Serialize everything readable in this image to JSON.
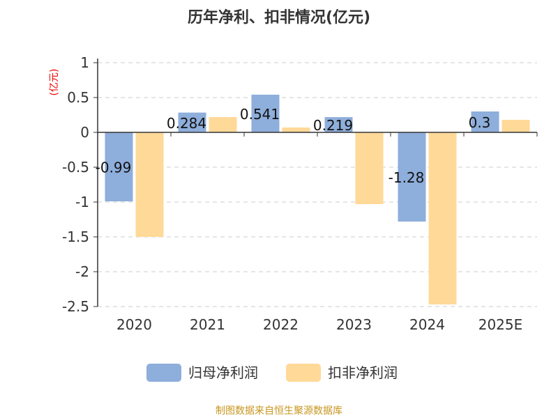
{
  "chart_data": {
    "type": "bar",
    "title": "历年净利、扣非情况(亿元)",
    "ylabel": "(亿元)",
    "categories": [
      "2020",
      "2021",
      "2022",
      "2023",
      "2024",
      "2025E"
    ],
    "series": [
      {
        "name": "归母净利润",
        "color": "#8eaedb",
        "values": [
          -0.99,
          0.284,
          0.541,
          0.219,
          -1.28,
          0.3
        ],
        "labels": [
          "-0.99",
          "0.284",
          "0.541",
          "0.219",
          "-1.28",
          "0.3"
        ]
      },
      {
        "name": "扣非净利润",
        "color": "#ffd998",
        "values": [
          -1.5,
          0.22,
          0.07,
          -1.03,
          -2.47,
          0.18
        ]
      }
    ],
    "ylim": [
      -2.5,
      1
    ],
    "yticks": [
      "1",
      "0.5",
      "0",
      "-0.5",
      "-1",
      "-1.5",
      "-2",
      "-2.5"
    ],
    "grid": true,
    "legend": "bottom"
  },
  "source": "制图数据来自恒生聚源数据库"
}
